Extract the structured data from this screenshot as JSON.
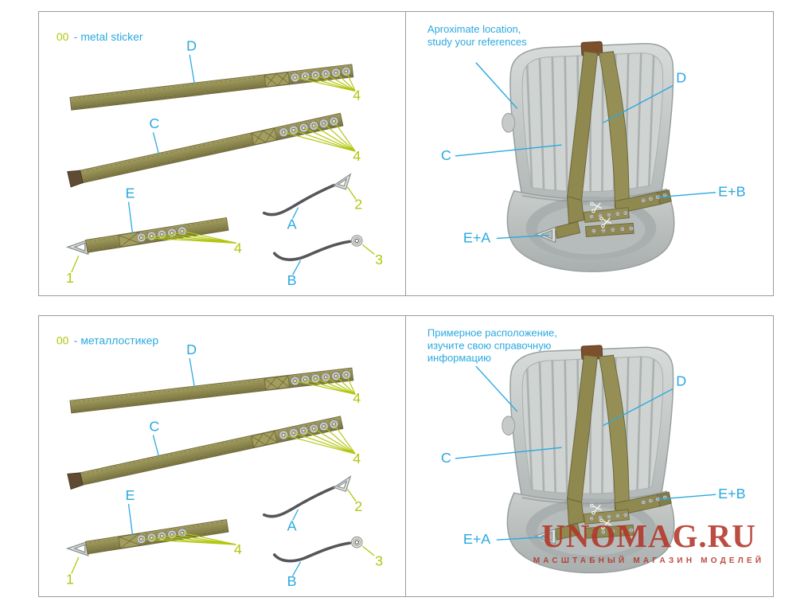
{
  "colors": {
    "cyan_label": "#2aa9e0",
    "green_label": "#b2c60e",
    "strap_olive": "#8e8950",
    "seat_gray": "#c0c5c4",
    "watermark_red": "#b23428",
    "panel_border": "#9b9b9b"
  },
  "icons": {
    "scissors-icon": "white crossed-blade cut mark drawn as SVG shape"
  },
  "parts_en": {
    "code": "00",
    "title": "- metal sticker",
    "label_d": "D",
    "qty_d": "4",
    "label_c": "C",
    "qty_c": "4",
    "label_e": "E",
    "qty_e": "4",
    "label_a": "A",
    "qty_a": "2",
    "label_b": "B",
    "qty_b": "3",
    "qty_hook": "1"
  },
  "parts_ru": {
    "code": "00",
    "title": "- металлостикер",
    "label_d": "D",
    "qty_d": "4",
    "label_c": "C",
    "qty_c": "4",
    "label_e": "E",
    "qty_e": "4",
    "label_a": "A",
    "qty_a": "2",
    "label_b": "B",
    "qty_b": "3",
    "qty_hook": "1"
  },
  "seat_en": {
    "note_line1": "Aproximate location,",
    "note_line2": "study your references",
    "note_line3": "",
    "label_c": "C",
    "label_d": "D",
    "label_eb": "E+B",
    "label_ea": "E+A"
  },
  "seat_ru": {
    "note_line1": "Примерное расположение,",
    "note_line2": "изучите свою справочную",
    "note_line3": "информацию",
    "label_c": "C",
    "label_d": "D",
    "label_eb": "E+B",
    "label_ea": "E+A",
    "watermark_title": "UNOMAG.RU",
    "watermark_subtitle": "МАСШТАБНЫЙ МАГАЗИН МОДЕЛЕЙ"
  }
}
